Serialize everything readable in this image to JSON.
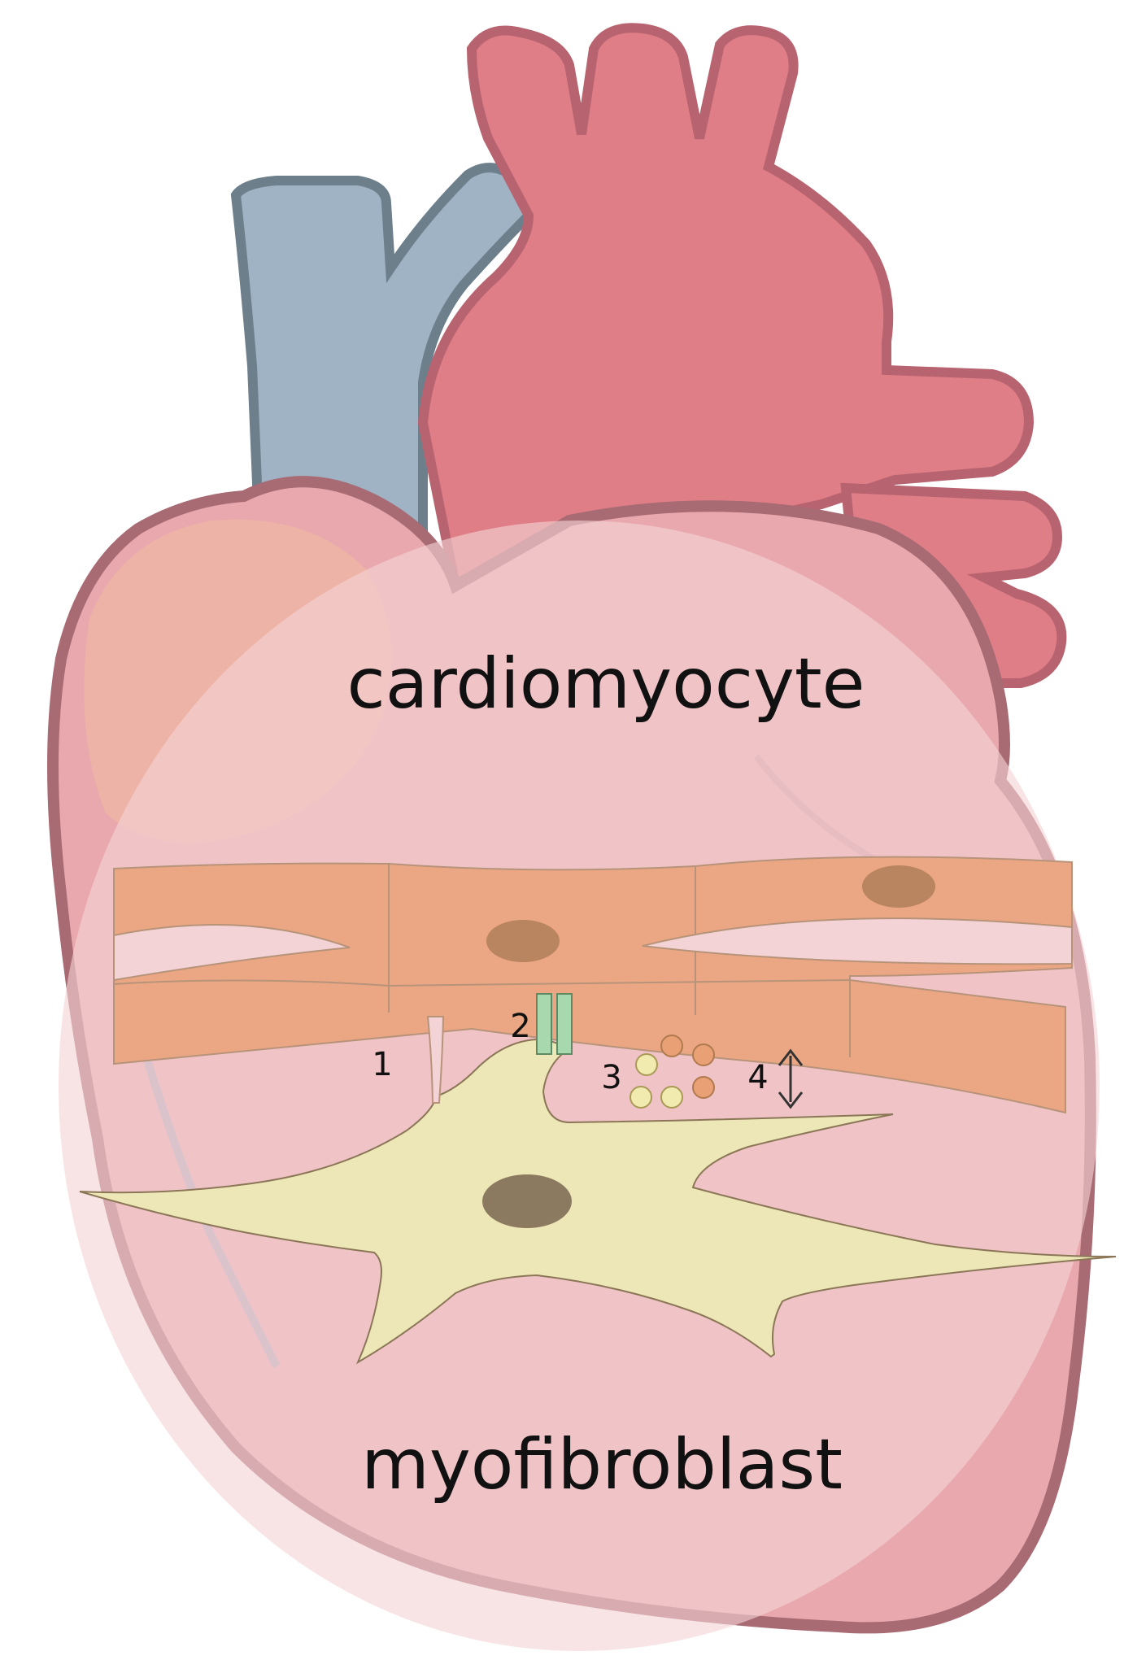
{
  "labels": {
    "top": "cardiomyocyte",
    "bottom": "myofibroblast",
    "markers": [
      "1",
      "2",
      "3",
      "4"
    ]
  },
  "colors": {
    "vein": "#9fb3c4",
    "vein_outline": "#6e7f8c",
    "artery": "#e07e87",
    "artery_outline": "#b86470",
    "heart_body": "#e9a8ad",
    "heart_outline": "#a86a73",
    "overlay": "#f3d3d5",
    "cardiomyocyte": "#eba783",
    "cardiomyocyte_nucleus": "#b98460",
    "myofibroblast": "#ede7b7",
    "myofibroblast_nucleus": "#8b7a5f",
    "gap_junction": "#a8d8ad",
    "vesicle_yellow": "#f2ebb0",
    "vesicle_orange": "#e9a075"
  },
  "icons": [
    "double-arrow-icon"
  ]
}
